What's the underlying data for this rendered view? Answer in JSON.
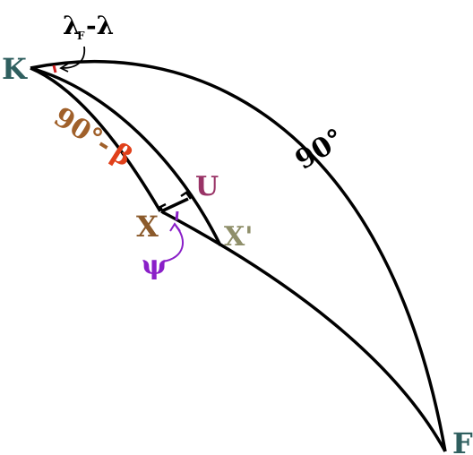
{
  "labels": {
    "K": "K",
    "F": "F",
    "U": "U",
    "X": "X",
    "X_prime": "X'",
    "angle_90": "90°",
    "angle_90_minus": "90°-",
    "beta": "β",
    "psi": "ψ",
    "lambda1": "λ",
    "lambda_sub": "F",
    "lambda2": "-λ"
  },
  "colors": {
    "K": "#2f5f5f",
    "F": "#2f5f5f",
    "U": "#993366",
    "X": "#8b5a2b",
    "X_prime": "#8f8f6a",
    "angle_90_minus": "#a0602a",
    "beta": "#e0401a",
    "psi": "#8a1fc8",
    "arc_lines": "#000000",
    "small_angle": "#d02020"
  },
  "icons": {
    "arrow_to_K": "curved-arrow-icon",
    "arrow_to_psi": "curved-arrow-icon",
    "right_angle_marks": "right-angle-icon"
  }
}
